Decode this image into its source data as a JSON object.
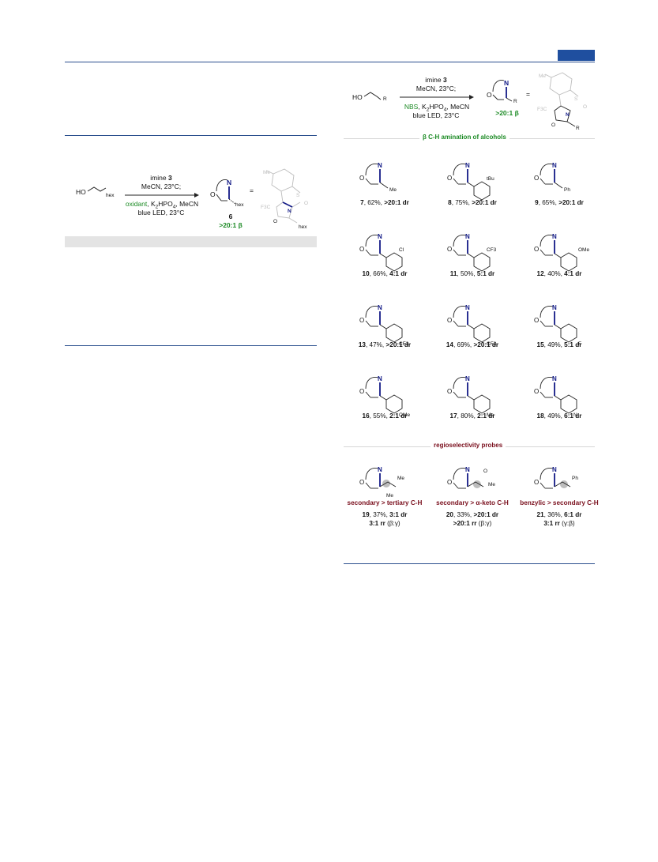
{
  "top_left": {
    "sm": "HO",
    "sm_sub": "hex",
    "arrow_above_1": "imine",
    "arrow_above_1_num": "3",
    "arrow_above_2": "MeCN, 23°C;",
    "arrow_below_1_ox": "oxidant",
    "arrow_below_1_rest": ", K",
    "arrow_below_1_sub2": "2",
    "arrow_below_1_mid": "HPO",
    "arrow_below_1_sub4": "4",
    "arrow_below_1_tail": ", MeCN",
    "arrow_below_2": "blue LED, 23°C",
    "product_num": "6",
    "product_sel": ">20:1 β",
    "eq": "=",
    "N": "N",
    "O": "O",
    "hex": "hex",
    "me": "Me",
    "cf3": "F3C",
    "so2": "S",
    "o_letter": "O"
  },
  "top_right": {
    "sm": "HO",
    "R": "R",
    "arrow_above_1": "imine",
    "arrow_above_1_num": "3",
    "arrow_above_2": "MeCN, 23°C;",
    "arrow_below_1_ox": "NBS",
    "arrow_below_1_rest": ", K",
    "arrow_below_1_sub2": "2",
    "arrow_below_1_mid": "HPO",
    "arrow_below_1_sub4": "4",
    "arrow_below_1_tail": ", MeCN",
    "arrow_below_2": "blue LED, 23°C",
    "product_sel": ">20:1 β",
    "eq": "="
  },
  "sections": {
    "amination_title": "β C-H amination of alcohols",
    "regio_title": "regioselectivity probes"
  },
  "compounds": [
    {
      "num": "7",
      "yield": ", 62%, ",
      "dr": ">20:1 dr",
      "sub": "Me"
    },
    {
      "num": "8",
      "yield": ", 75%, ",
      "dr": ">20:1 dr",
      "sub": "tBu"
    },
    {
      "num": "9",
      "yield": ", 65%, ",
      "dr": ">20:1 dr",
      "sub": "Ph"
    },
    {
      "num": "10",
      "yield": ", 66%, ",
      "dr": "4:1 dr",
      "sub": "Cl"
    },
    {
      "num": "11",
      "yield": ", 50%, ",
      "dr": "5:1 dr",
      "sub": "CF3"
    },
    {
      "num": "12",
      "yield": ", 40%, ",
      "dr": "4:1 dr",
      "sub": "OMe"
    },
    {
      "num": "13",
      "yield": ", 47%, ",
      "dr": ">20:1 dr",
      "sub": "CF3"
    },
    {
      "num": "14",
      "yield": ", 69%, ",
      "dr": ">20:1 dr",
      "sub": "CF3"
    },
    {
      "num": "15",
      "yield": ", 49%, ",
      "dr": "5:1 dr",
      "sub": "F"
    },
    {
      "num": "16",
      "yield": ", 55%, ",
      "dr": "2:1 dr",
      "sub": "OMe"
    },
    {
      "num": "17",
      "yield": ", 80%, ",
      "dr": "2:1 dr",
      "sub": "Me"
    },
    {
      "num": "18",
      "yield": ", 49%, ",
      "dr": "6:1 dr",
      "sub": "N"
    }
  ],
  "probes": [
    {
      "title": "secondary > tertiary C-H",
      "num": "19",
      "yield": ", 37%, ",
      "dr": "3:1 dr",
      "rr": "3:1 rr",
      "rr_tail": " (β:γ)",
      "sub1": "Me",
      "sub2": "Me"
    },
    {
      "title": "secondary > α-keto C-H",
      "num": "20",
      "yield": ", 33%, ",
      "dr": ">20:1 dr",
      "rr": ">20:1 rr",
      "rr_tail": " (β:γ)",
      "sub1": "O",
      "sub2": "Me"
    },
    {
      "title": "benzylic > secondary C-H",
      "num": "21",
      "yield": ", 36%, ",
      "dr": "6:1 dr",
      "rr": "3:1 rr",
      "rr_tail": " (γ:β)",
      "sub1": "Ph",
      "sub2": ""
    }
  ],
  "atoms": {
    "N": "N",
    "O": "O"
  }
}
